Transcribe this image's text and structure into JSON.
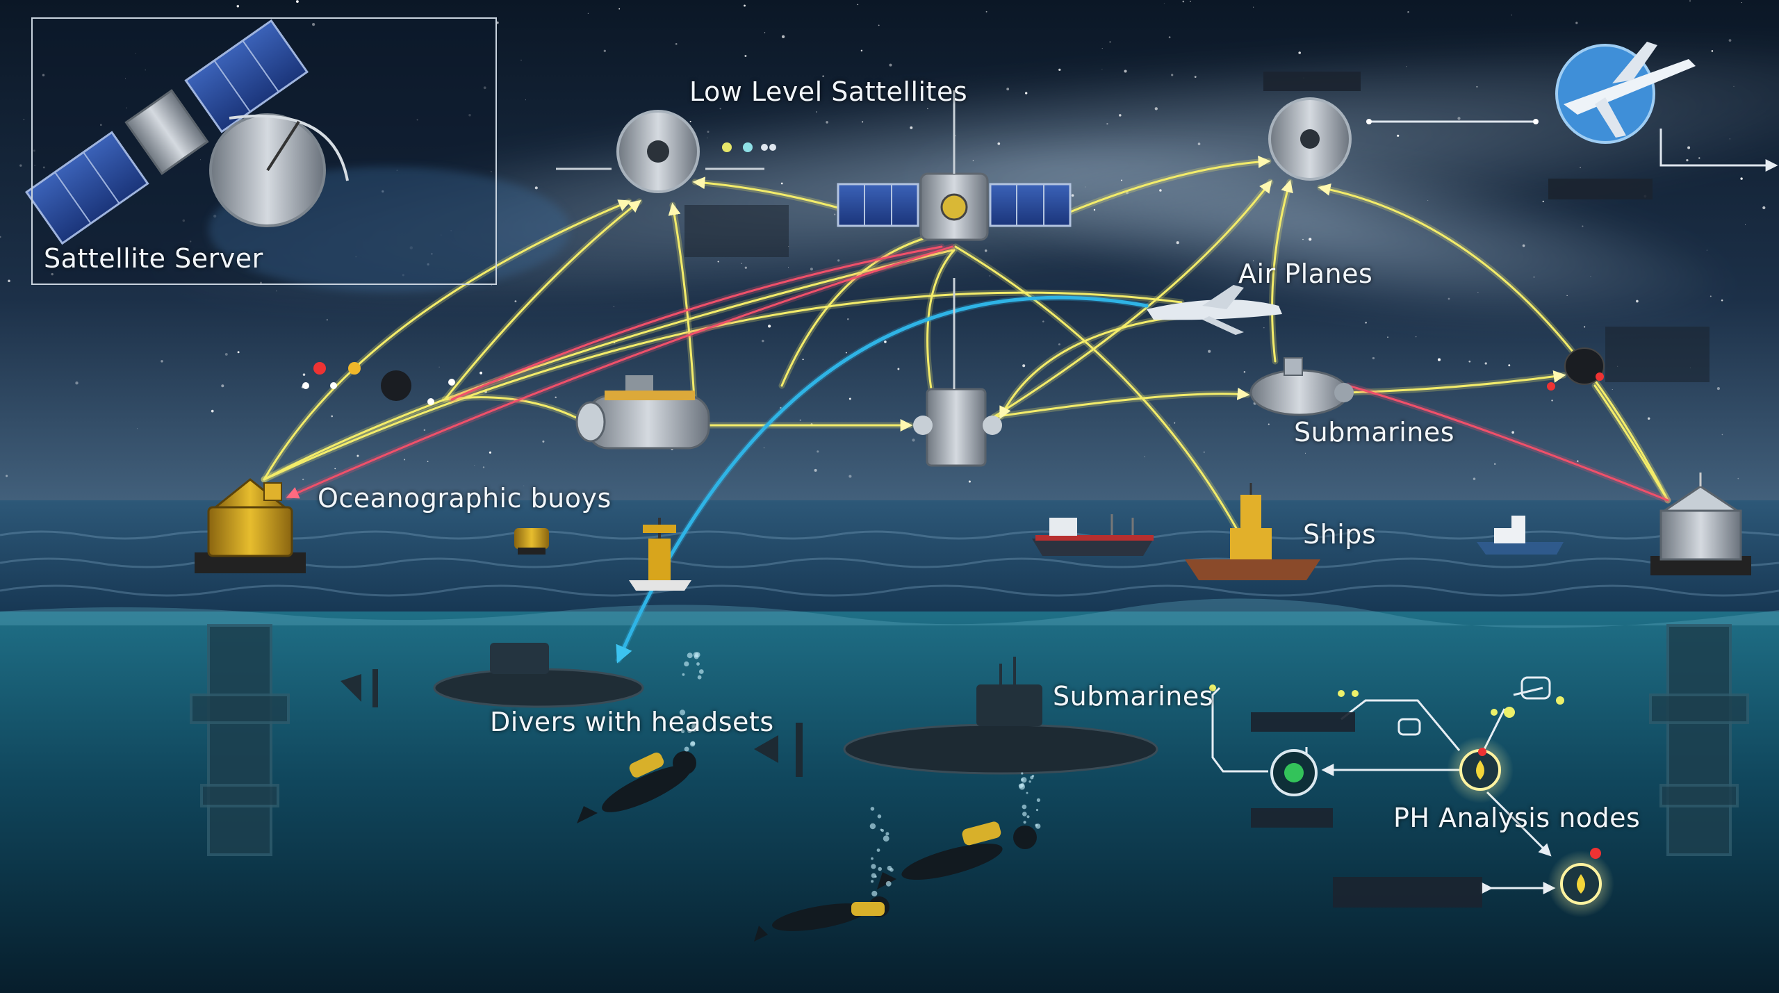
{
  "labels": {
    "satellite_server": "Sattellite Server",
    "low_level_satellites": "Low Level Sattellites",
    "air_planes": "Air Planes",
    "submarines_air": "Submarines",
    "oceanographic_buoys": "Oceanographic buoys",
    "ships": "Ships",
    "divers": "Divers with headsets",
    "submarines_underwater": "Submarines",
    "ph_nodes": "PH Analysis nodes"
  },
  "colors": {
    "sky_top": "#0b1726",
    "sky_mid": "#1c3048",
    "horizon": "#4a6a86",
    "sea_surface": "#234763",
    "underwater_top": "#1f6f86",
    "underwater_bottom": "#071e2c",
    "link_yellow": "#f3ec6a",
    "link_red": "#f0506a",
    "link_cyan": "#2fb4e6",
    "buoy_yellow": "#d9a81e",
    "text": "#f2f6fa"
  },
  "icons": [
    "satellite-icon",
    "dish-antenna-icon",
    "airplane-icon",
    "submarine-icon",
    "buoy-icon",
    "ship-icon",
    "diver-icon",
    "sensor-node-icon"
  ]
}
